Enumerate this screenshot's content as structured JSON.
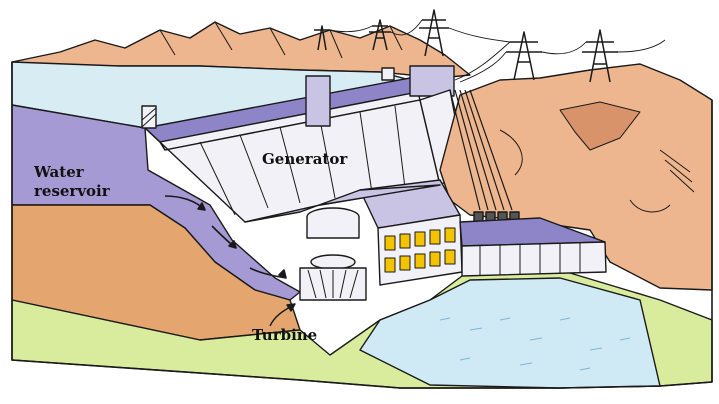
{
  "labels": {
    "generator": "Generator",
    "reservoir_line1": "Water",
    "reservoir_line2": "reservoir",
    "turbine": "Turbine"
  },
  "colors": {
    "mountain": "#EDB68E",
    "mountain_shadow": "#D9936A",
    "reservoir_water": "#A59AD3",
    "sky_water": "#D8ECF4",
    "dam_face": "#F2F1F7",
    "dam_top": "#8E85C9",
    "ground": "#D9EC9E",
    "earth": "#E5A56F",
    "outflow_water": "#CFE9F5",
    "windows": "#F4C400",
    "outline": "#1A1A1A"
  }
}
